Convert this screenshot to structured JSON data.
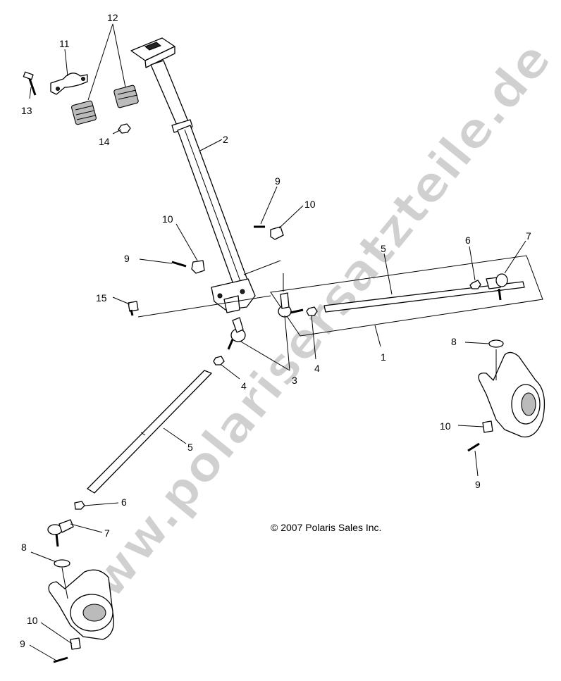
{
  "watermark": "www.polarisersatzteile.de",
  "copyright": "© 2007 Polaris Sales Inc.",
  "labels": {
    "l1": "1",
    "l2": "2",
    "l3": "3",
    "l4a": "4",
    "l4b": "4",
    "l5a": "5",
    "l5b": "5",
    "l6a": "6",
    "l6b": "6",
    "l7a": "7",
    "l7b": "7",
    "l8a": "8",
    "l8b": "8",
    "l9a": "9",
    "l9b": "9",
    "l9c": "9",
    "l9d": "9",
    "l10a": "10",
    "l10b": "10",
    "l10c": "10",
    "l10d": "10",
    "l11": "11",
    "l12": "12",
    "l13": "13",
    "l14": "14",
    "l15": "15"
  }
}
